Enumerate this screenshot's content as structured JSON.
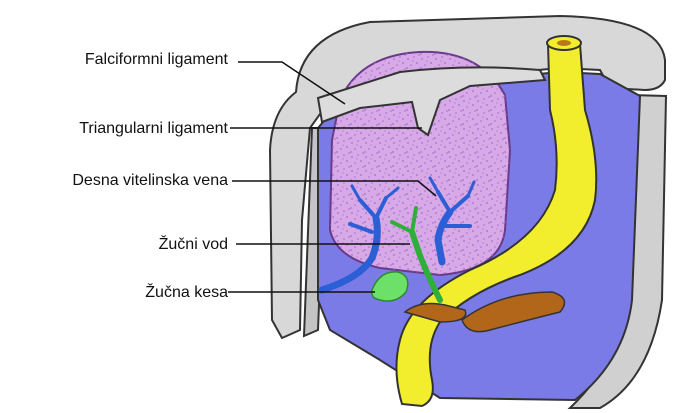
{
  "labels": {
    "falciform": "Falciformni ligament",
    "triangular": "Triangularni ligament",
    "vitelline": "Desna vitelinska vena",
    "bile_duct": "Žučni vod",
    "gallbladder": "Žučna kesa"
  },
  "colors": {
    "background": "#ffffff",
    "body_wall": "#d8d8d8",
    "peritoneal_cavity": "#7b7be8",
    "liver": "#d7a9e6",
    "liver_speckle": "#a86ad0",
    "gut": "#f2ee2e",
    "vein": "#2c5fd6",
    "bile_duct": "#2faf3a",
    "gallbladder": "#6de06a",
    "pancreas": "#b2661a"
  }
}
